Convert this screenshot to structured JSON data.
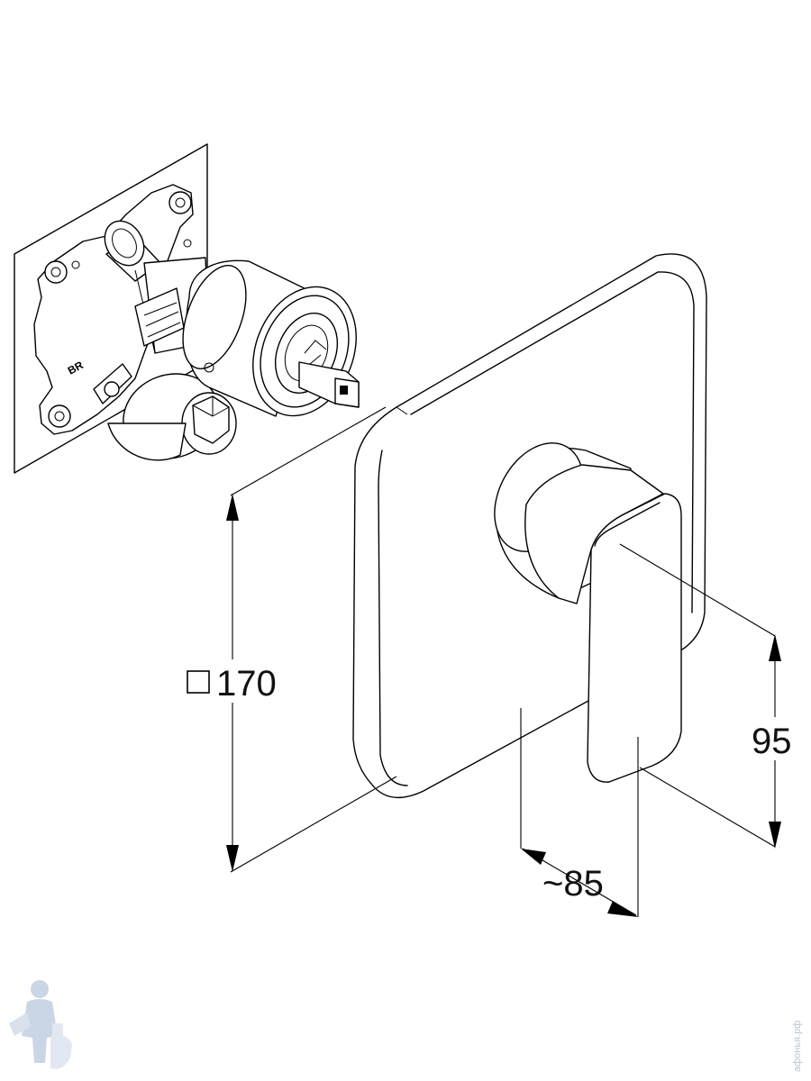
{
  "dimensions": {
    "width_label": "170",
    "depth_label": "~85",
    "height_label": "95"
  },
  "body_marking": "BR",
  "watermark": "афонья.рф",
  "colors": {
    "line": "#000000",
    "background": "#ffffff",
    "watermark": "#9fb6d3"
  },
  "icons": [
    "square-symbol-icon",
    "plumber-mascot-icon"
  ]
}
